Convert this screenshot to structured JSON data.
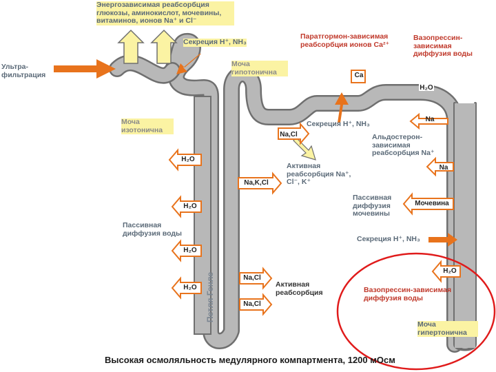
{
  "labels": {
    "energy_reabsorption": "Энергозависимая реабсорбция глюкозы, аминокислот, мочевины, витаминов, ионов Na⁺ и Cl⁻",
    "secretion_top": "Секреция H⁺, NH₃",
    "ultrafiltration": "Ультра-фильтрация",
    "urine_hypotonic": "Моча гипотонична",
    "pth_reabsorption": "Паратгормон-зависимая реабсорбция ионов Ca²⁺",
    "vasopressin_top": "Вазопрессин-зависимая диффузия воды",
    "urine_isotonic": "Моча изотонична",
    "secretion_mid": "Секреция H⁺, NH₃",
    "aldosterone": "Альдостерон-зависимая реабсорбция Na⁺",
    "active_reabsorption_ions": "Активная реабсорбция Na⁺, Cl⁻, K⁺",
    "passive_urea": "Пассивная диффузия мочевины",
    "passive_water": "Пассивная диффузия воды",
    "secretion_bottom": "Секреция H⁺, NH₃",
    "active_reabsorption": "Активная реабсорбция",
    "vasopressin_bottom": "Вазопрессин-зависимая диффузия воды",
    "urine_hypertonic": "Моча гипертонична",
    "loop_of_henle": "Петля Генле",
    "caption": "Высокая осмоляльность медулярного компартмента, 1200 мОсм"
  },
  "arrow_labels": {
    "ca": "Ca",
    "h2o_right": "H₂O",
    "na_right1": "Na",
    "nacl_asc": "Na,Cl",
    "h2o_left1": "H₂O",
    "na_right2": "Na",
    "nakcl": "Na,K,Cl",
    "urea": "Мочевина",
    "h2o_left2": "H₂O",
    "h2o_left3": "H₂O",
    "h2o_left4": "H₂O",
    "nacl_low1": "Na,Cl",
    "nacl_low2": "Na,Cl",
    "h2o_collect": "H₂O"
  },
  "colors": {
    "tubule": "#b8b8b8",
    "tubule_edge": "#6f6f6f",
    "arrow_orange": "#e8731c",
    "arrow_yellow": "#fbf3a3",
    "highlight_circle": "#e01b1b"
  }
}
